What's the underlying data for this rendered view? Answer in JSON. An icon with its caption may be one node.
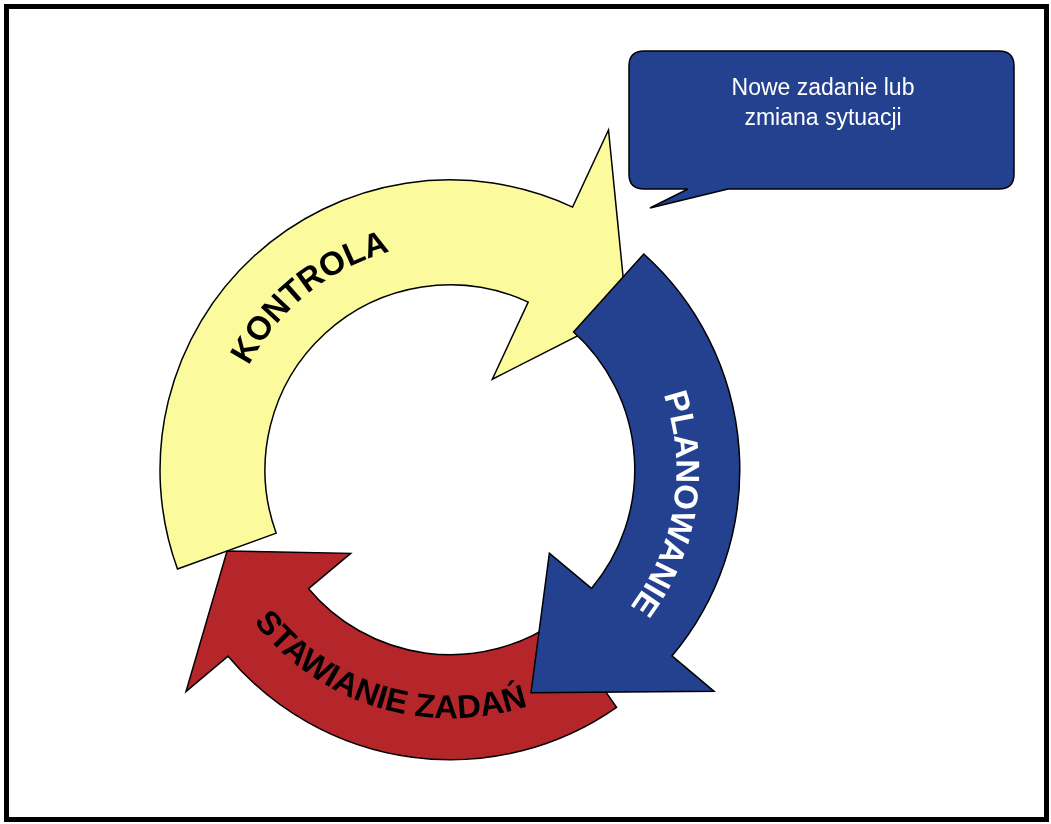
{
  "diagram": {
    "nodes": [
      {
        "text": [
          "Nowe zadanie lub zmiana sytuacji"
        ]
      },
      {
        "text": [
          "PLANOWANIE"
        ]
      },
      {
        "text": [
          "STAWIANIE ZADAŃ"
        ]
      },
      {
        "text": [
          "KONTROLA"
        ]
      }
    ]
  }
}
